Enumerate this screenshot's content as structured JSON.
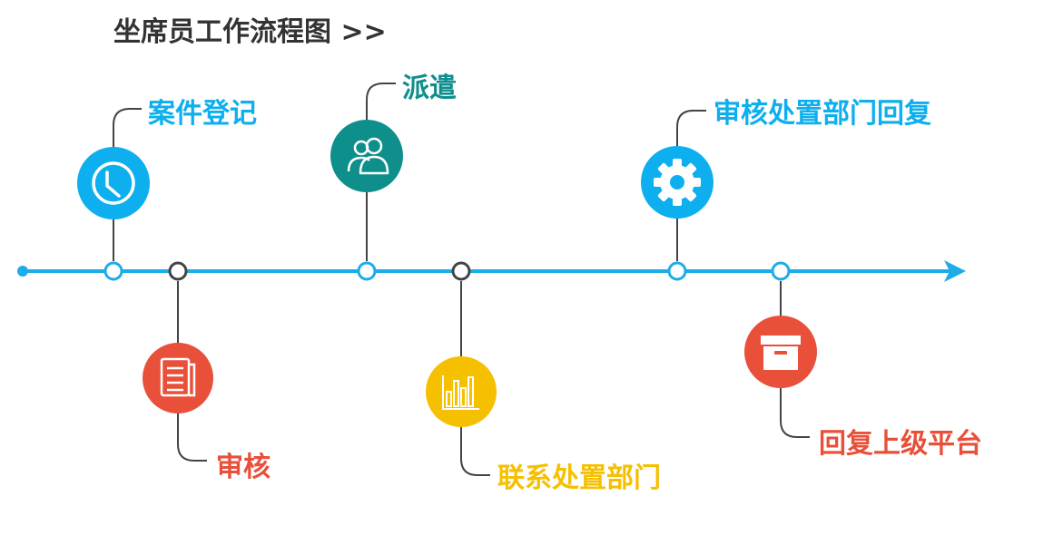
{
  "title": "坐席员工作流程图 >>",
  "colors": {
    "axis": "#1EACE8",
    "connector": "#444444",
    "blue": "#0DAFEE",
    "teal": "#0E8F8C",
    "red": "#E8503A",
    "yellow": "#F5C000"
  },
  "steps": [
    {
      "label": "案件登记",
      "icon": "clock-icon",
      "color": "#0DAFEE"
    },
    {
      "label": "审核",
      "icon": "document-icon",
      "color": "#E8503A"
    },
    {
      "label": "派遣",
      "icon": "users-icon",
      "color": "#0E8F8C"
    },
    {
      "label": "联系处置部门",
      "icon": "bar-chart-icon",
      "color": "#F5C000"
    },
    {
      "label": "审核处置部门回复",
      "icon": "gear-icon",
      "color": "#0DAFEE"
    },
    {
      "label": "回复上级平台",
      "icon": "archive-box-icon",
      "color": "#E8503A"
    }
  ]
}
